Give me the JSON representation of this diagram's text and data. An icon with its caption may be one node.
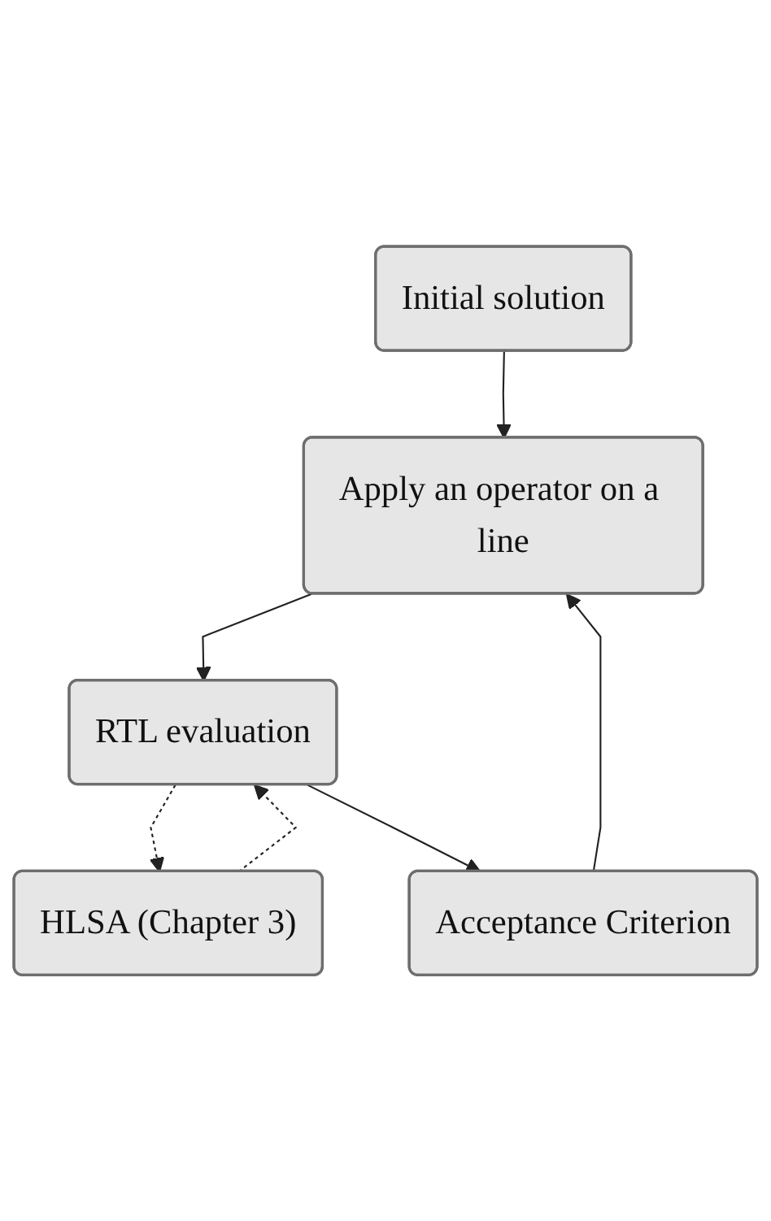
{
  "diagram": {
    "nodes": [
      {
        "text": [
          "Initial solution"
        ]
      },
      {
        "text": [
          "Apply an operator on a line"
        ]
      },
      {
        "text": [
          "RTL evaluation"
        ]
      },
      {
        "text": [
          "HLSA (Chapter 3)"
        ]
      },
      {
        "text": [
          "Acceptance Criterion"
        ]
      }
    ],
    "edges": [
      {
        "from": 0,
        "to": 1,
        "arrow": "to"
      },
      {
        "from": 1,
        "to": 2,
        "arrow": "to"
      },
      {
        "from": 3,
        "to": 2,
        "arrow": "to",
        "style": "dashed"
      },
      {
        "from": 2,
        "to": 3,
        "arrow": "to",
        "style": "dashed"
      },
      {
        "from": 2,
        "to": 4,
        "arrow": "to"
      },
      {
        "from": 4,
        "to": 1,
        "arrow": "to"
      }
    ]
  }
}
